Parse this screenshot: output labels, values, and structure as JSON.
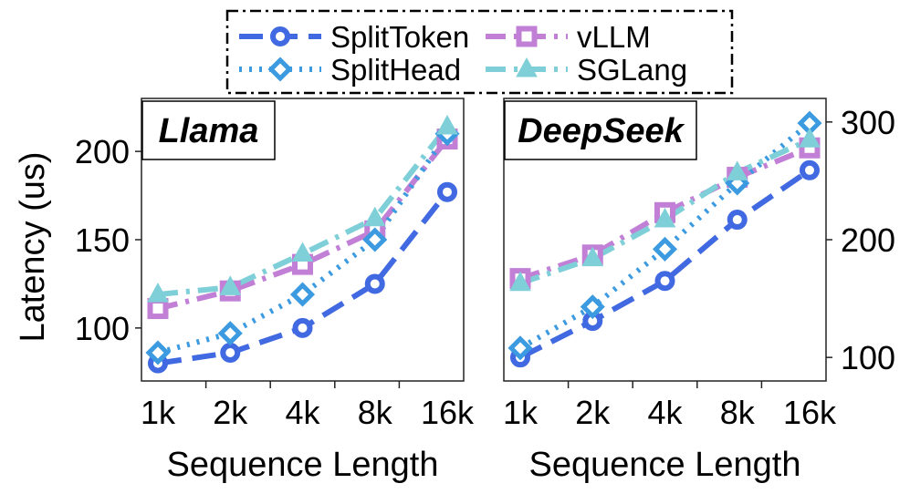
{
  "legend": {
    "entries": [
      {
        "name": "SplitToken",
        "color": "#4169e1",
        "marker": "circle",
        "dash": "dashed"
      },
      {
        "name": "vLLM",
        "color": "#c17fd6",
        "marker": "square",
        "dash": "dash-dot"
      },
      {
        "name": "SplitHead",
        "color": "#3c9be0",
        "marker": "diamond",
        "dash": "dotted"
      },
      {
        "name": "SGLang",
        "color": "#7fcfd8",
        "marker": "triangle",
        "dash": "dash-dot"
      }
    ],
    "placement": "top-center",
    "border": "dash-dot"
  },
  "chart_data": [
    {
      "type": "line",
      "title": "Llama",
      "xlabel": "Sequence Length",
      "ylabel": "Latency (us)",
      "categories": [
        "1k",
        "2k",
        "4k",
        "8k",
        "16k"
      ],
      "y_ticks": [
        "100",
        "150",
        "200"
      ],
      "ylim": [
        70,
        230
      ],
      "y_axis_side": "left",
      "grid": false,
      "series": [
        {
          "name": "SplitToken",
          "values": [
            80,
            86,
            100,
            125,
            177
          ]
        },
        {
          "name": "vLLM",
          "values": [
            111,
            121,
            136,
            155,
            207
          ]
        },
        {
          "name": "SplitHead",
          "values": [
            86,
            97,
            119,
            150,
            210
          ]
        },
        {
          "name": "SGLang",
          "values": [
            119,
            123,
            142,
            162,
            214
          ]
        }
      ]
    },
    {
      "type": "line",
      "title": "DeepSeek",
      "xlabel": "Sequence Length",
      "ylabel": "",
      "categories": [
        "1k",
        "2k",
        "4k",
        "8k",
        "16k"
      ],
      "y_ticks": [
        "100",
        "200",
        "300"
      ],
      "ylim": [
        80,
        320
      ],
      "y_axis_side": "right",
      "grid": false,
      "series": [
        {
          "name": "SplitToken",
          "values": [
            100,
            131,
            165,
            217,
            259
          ]
        },
        {
          "name": "vLLM",
          "values": [
            167,
            187,
            223,
            253,
            278
          ]
        },
        {
          "name": "SplitHead",
          "values": [
            108,
            143,
            192,
            248,
            299
          ]
        },
        {
          "name": "SGLang",
          "values": [
            163,
            184,
            217,
            257,
            285
          ]
        }
      ]
    }
  ]
}
